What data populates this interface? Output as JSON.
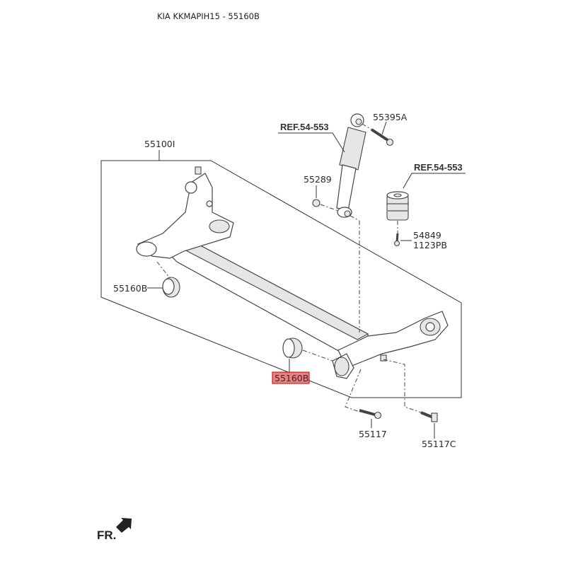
{
  "header": {
    "title": "KIA KKMAPIH15 - 55160B"
  },
  "labels": {
    "axle_assembly": "55100I",
    "shock_ref": "REF.54-553",
    "shock_bolt": "55395A",
    "nut": "55289",
    "bumper_ref": "REF.54-553",
    "bumper_screw_1": "54849",
    "bumper_screw_2": "1123PB",
    "bushing_left": "55160B",
    "bushing_highlighted": "55160B",
    "bolt_left": "55117",
    "bolt_right": "55117C"
  },
  "direction": {
    "label": "FR."
  },
  "colors": {
    "highlight": "#f08080",
    "highlight_border": "#c00000"
  }
}
